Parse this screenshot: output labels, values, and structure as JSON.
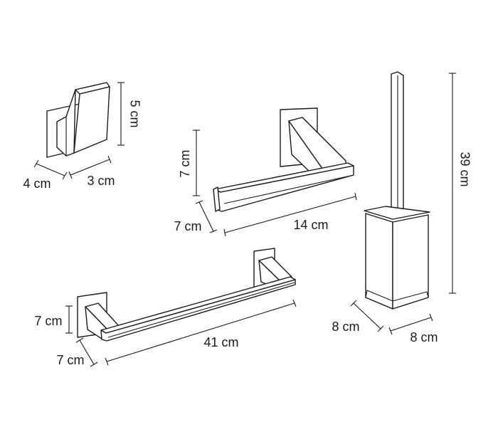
{
  "items": {
    "hook": {
      "width": "4 cm",
      "depth": "3 cm",
      "height": "5 cm"
    },
    "paper_holder": {
      "height": "7 cm",
      "depth": "7 cm",
      "length": "14 cm"
    },
    "brush_holder": {
      "height": "39 cm",
      "depth": "8 cm",
      "width": "8 cm"
    },
    "towel_bar": {
      "height": "7 cm",
      "depth": "7 cm",
      "length": "41 cm"
    }
  },
  "colors": {
    "line": "#1a1a1a",
    "background": "#ffffff"
  }
}
